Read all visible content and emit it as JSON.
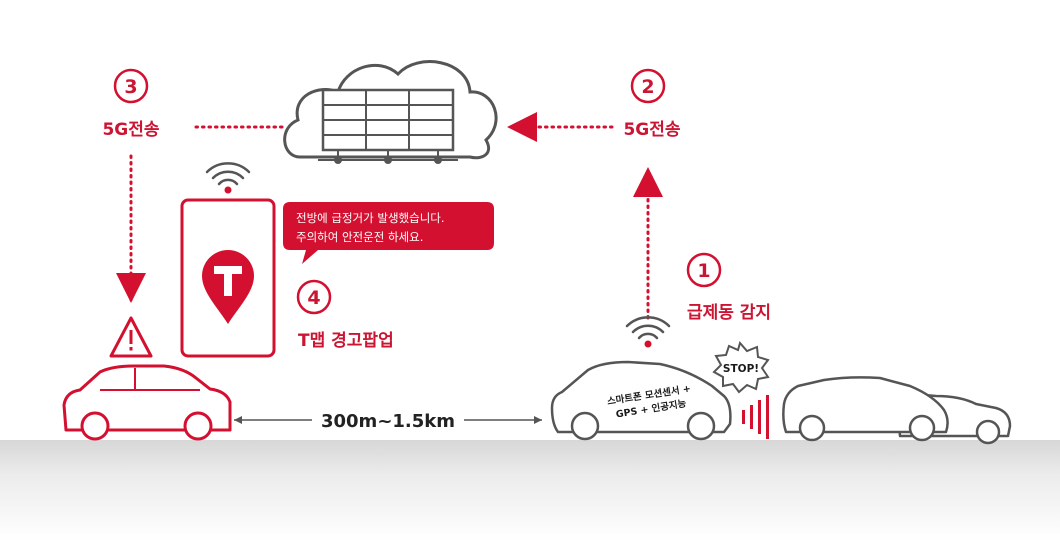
{
  "steps": [
    {
      "number": "1",
      "label": "급제동 감지"
    },
    {
      "number": "2",
      "label": "5G전송"
    },
    {
      "number": "3",
      "label": "5G전송"
    },
    {
      "number": "4",
      "label": "T맵 경고팝업"
    }
  ],
  "popup": {
    "line1": "전방에 급정거가 발생했습니다.",
    "line2": "주의하여 안전운전 하세요."
  },
  "distance": "300m~1.5km",
  "sensor_car": {
    "line1": "스마트폰 모션센서 +",
    "line2": "GPS + 인공지능"
  },
  "stop_sign": "STOP!",
  "colors": {
    "accent": "#d3102f",
    "road": "#e9e9e9",
    "outline": "#555555"
  },
  "icons": [
    "cloud-icon",
    "server-icon",
    "phone-icon",
    "tmap-logo-icon",
    "wifi-icon",
    "warning-icon",
    "car-icon"
  ]
}
